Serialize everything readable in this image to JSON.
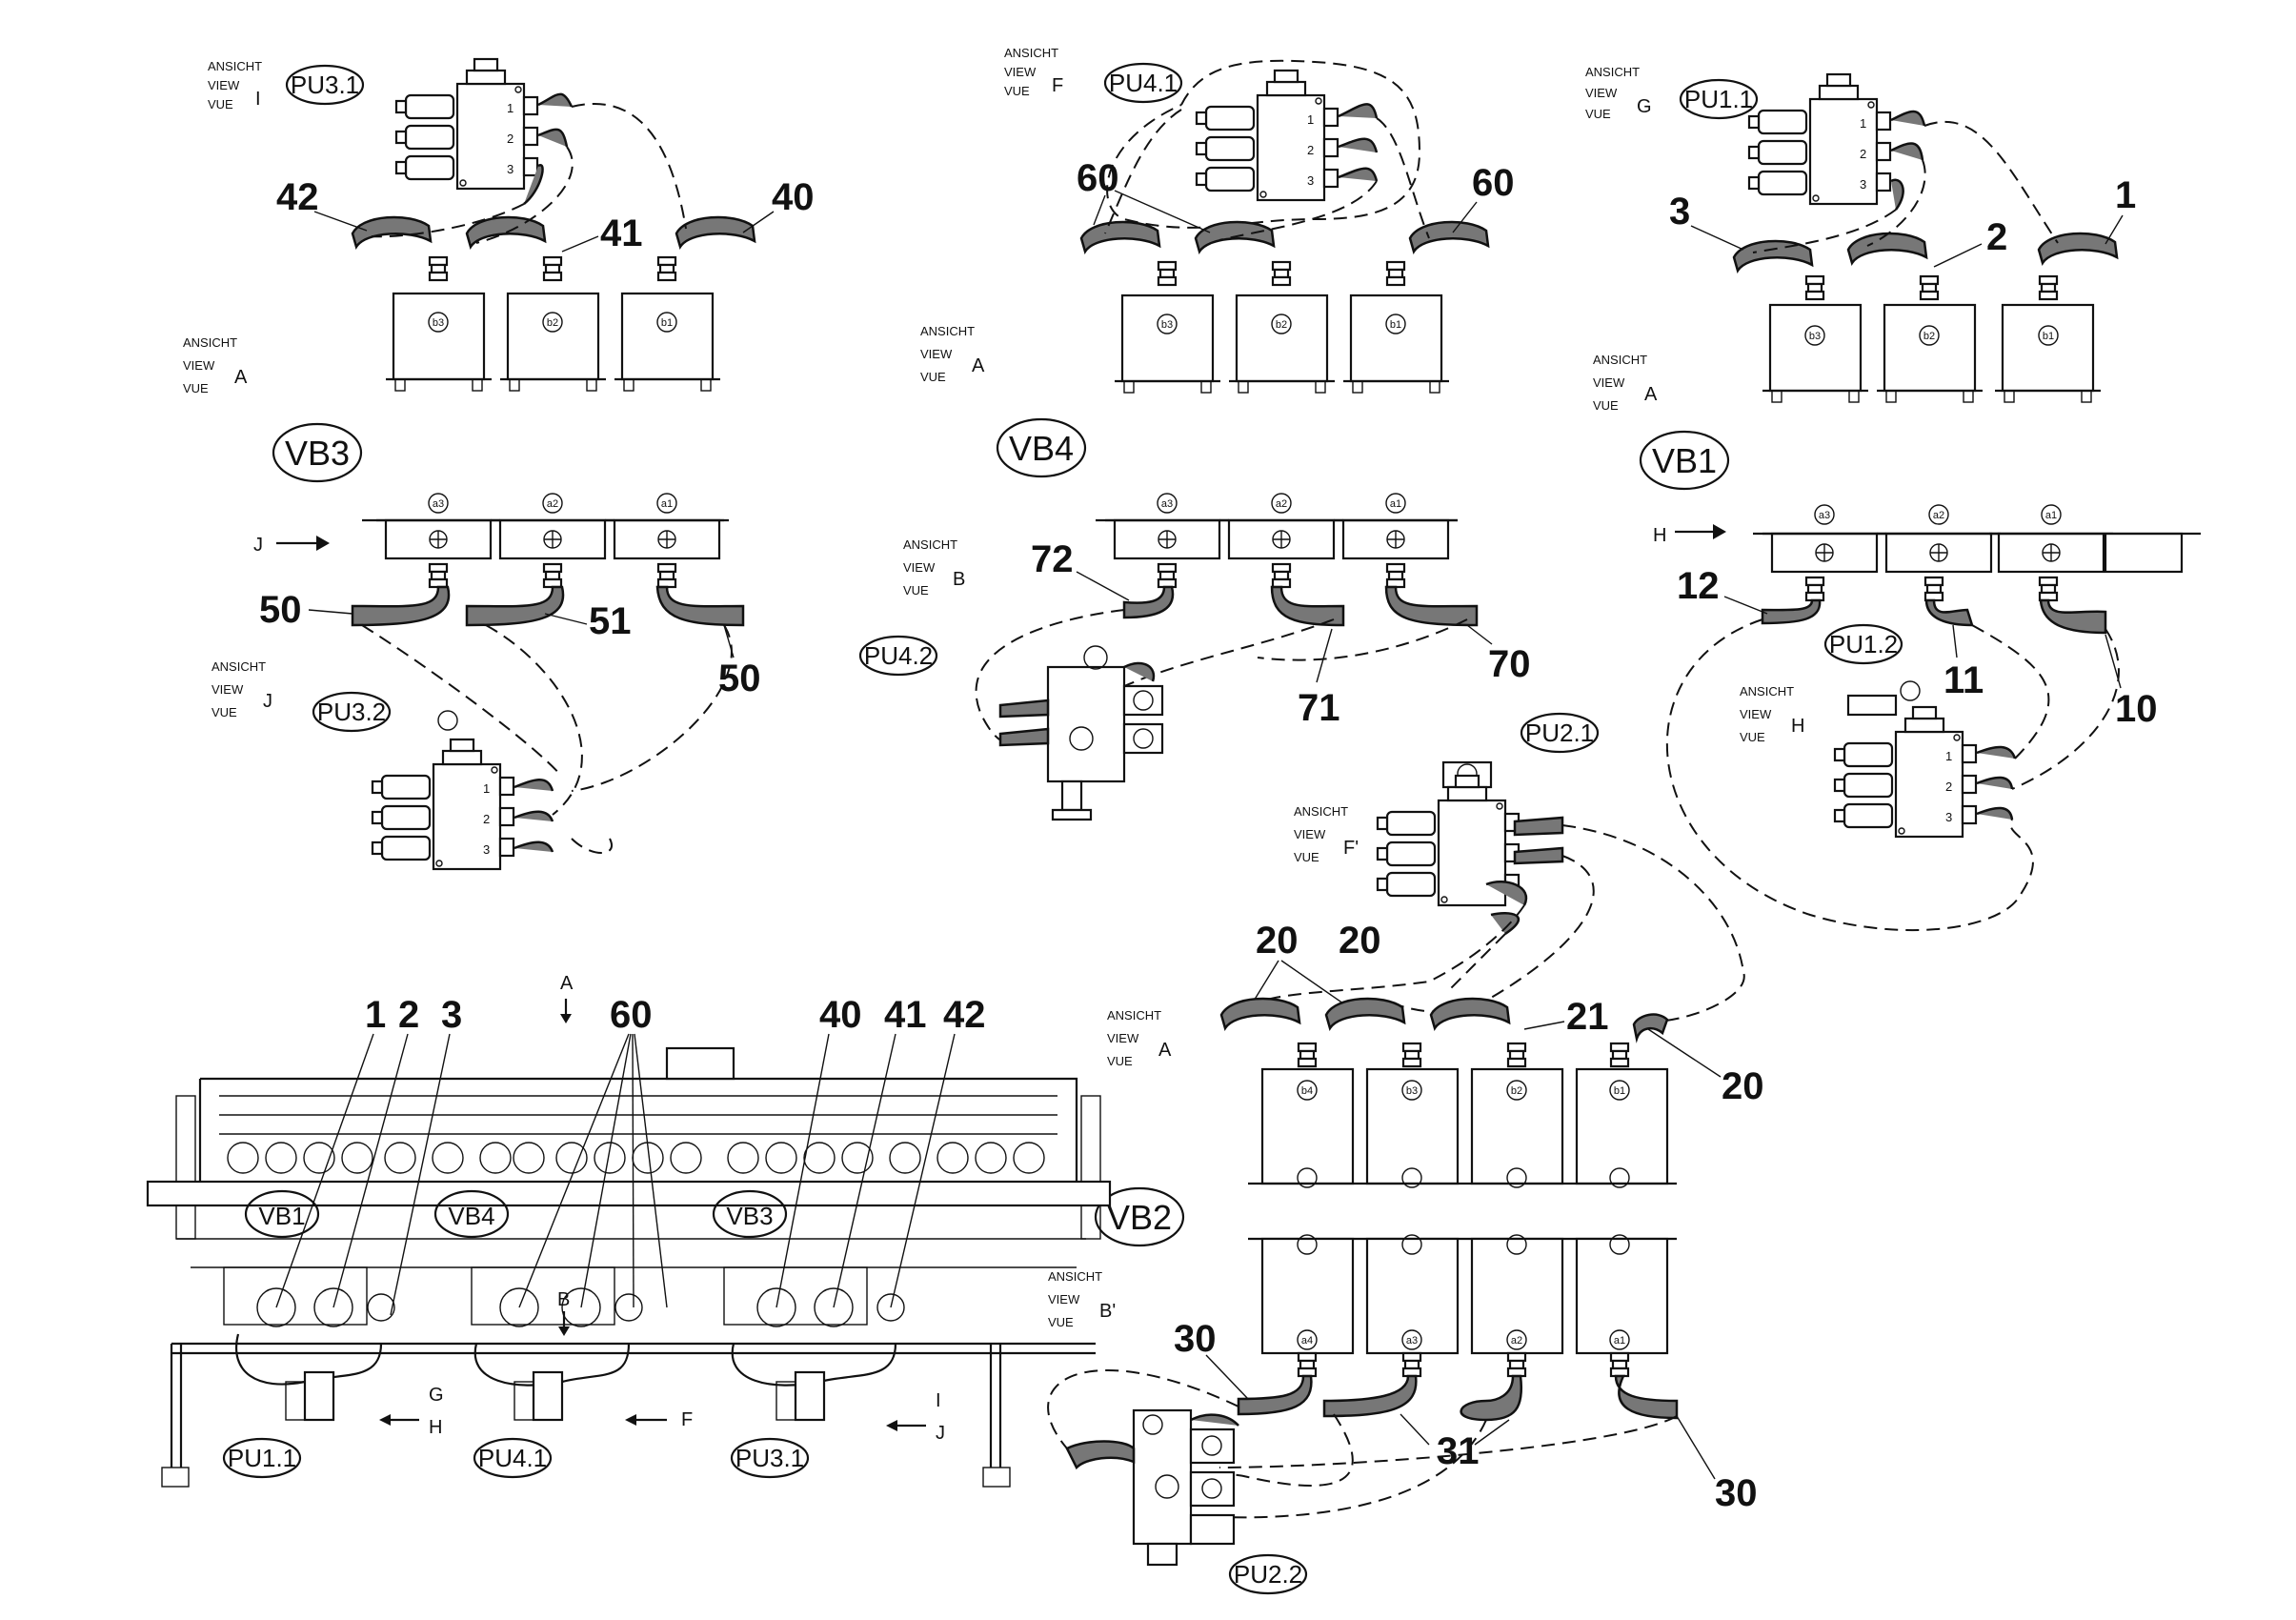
{
  "view_word_de": "ANSICHT",
  "view_word_en": "VIEW",
  "view_word_fr": "VUE",
  "view_letters": {
    "i_top": "I",
    "f_top": "F",
    "g_top": "G",
    "a_vb3": "A",
    "a_vb4": "A",
    "a_vb1": "A",
    "j_mid": "J",
    "b_mid": "B",
    "h_mid": "H",
    "f_prime": "F'",
    "a_vb2": "A",
    "b_prime": "B'"
  },
  "unit_labels": {
    "pu31_top": "PU3.1",
    "pu41_top": "PU4.1",
    "pu11_top": "PU1.1",
    "pu32": "PU3.2",
    "pu42": "PU4.2",
    "pu12": "PU1.2",
    "pu21": "PU2.1",
    "pu22": "PU2.2",
    "pu11_bottom": "PU1.1",
    "pu41_bottom": "PU4.1",
    "pu31_bottom": "PU3.1"
  },
  "valve_blocks": {
    "vb3": "VB3",
    "vb4": "VB4",
    "vb1": "VB1",
    "vb2": "VB2",
    "vb1_frame": "VB1",
    "vb4_frame": "VB4",
    "vb3_frame": "VB3"
  },
  "port_labels": {
    "b3": "b3",
    "b2": "b2",
    "b1": "b1",
    "b4": "b4",
    "a3": "a3",
    "a2": "a2",
    "a1": "a1",
    "a4": "a4"
  },
  "distributor_outlets": [
    "1",
    "2",
    "3"
  ],
  "callouts": {
    "n42": "42",
    "n41": "41",
    "n40": "40",
    "n60a": "60",
    "n60b": "60",
    "n3": "3",
    "n2": "2",
    "n1": "1",
    "n50a": "50",
    "n51": "51",
    "n50b": "50",
    "n72": "72",
    "n71": "71",
    "n70": "70",
    "n12": "12",
    "n11": "11",
    "n10": "10",
    "n20a": "20",
    "n20b": "20",
    "n21": "21",
    "n20c": "20",
    "n30a": "30",
    "n31": "31",
    "n30b": "30",
    "f1": "1",
    "f2": "2",
    "f3": "3",
    "f60": "60",
    "f40": "40",
    "f41": "41",
    "f42": "42"
  },
  "frame_arrows": {
    "top_a": "A",
    "mid_b": "B",
    "g": "G",
    "h": "H",
    "f": "F",
    "i": "I",
    "j": "J"
  }
}
